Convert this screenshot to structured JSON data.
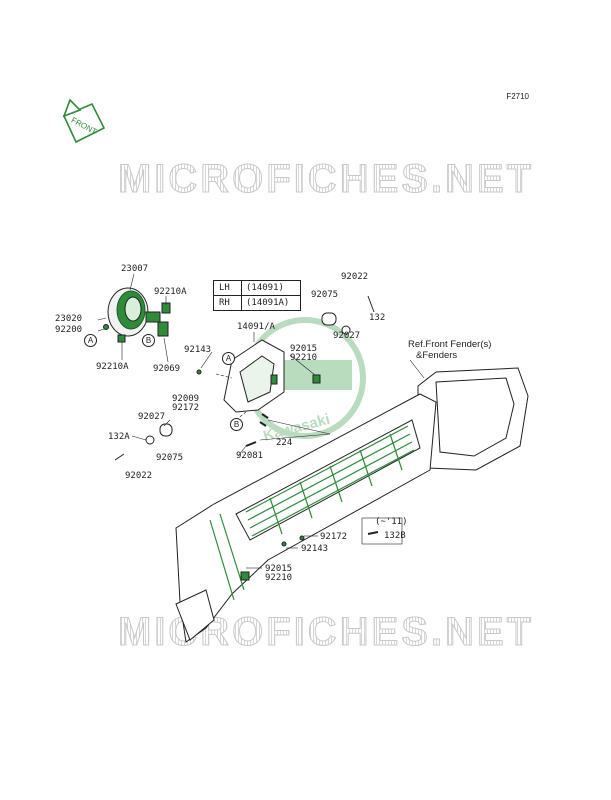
{
  "figure_code": "F2710",
  "front_label": "FRONT",
  "watermark": "MICROFICHES.NET",
  "logo_text": "Kawasaki",
  "colors": {
    "parts_green": "#2e8b3a",
    "line": "#222222",
    "watermark": "#cfcfcf"
  },
  "side_table": {
    "rows": [
      {
        "side": "LH",
        "part": "(14091)"
      },
      {
        "side": "RH",
        "part": "(14091A)"
      }
    ]
  },
  "markers": {
    "a": "A",
    "b": "B"
  },
  "note_range": "(~'11)",
  "labels": {
    "l23007": "23007",
    "l92210A_top": "92210A",
    "l23020": "23020",
    "l92200": "92200",
    "l92210A_bot": "92210A",
    "l92069": "92069",
    "l92143_a": "92143",
    "l14091A": "14091/A",
    "l92015_a": "92015",
    "l92210_a": "92210",
    "l92009": "92009",
    "l92172_a": "92172",
    "l92027_a": "92027",
    "l132A": "132A",
    "l92075_a": "92075",
    "l92022_a": "92022",
    "l92081": "92081",
    "l224": "224",
    "l92022_b": "92022",
    "l92075_b": "92075",
    "l132": "132",
    "l92027_b": "92027",
    "ref_front_fender": "Ref.Front Fender(s)",
    "ref_fenders": "&Fenders",
    "l92172_b": "92172",
    "l92143_b": "92143",
    "l132B": "132B",
    "l92015_b": "92015",
    "l92210_b": "92210"
  }
}
